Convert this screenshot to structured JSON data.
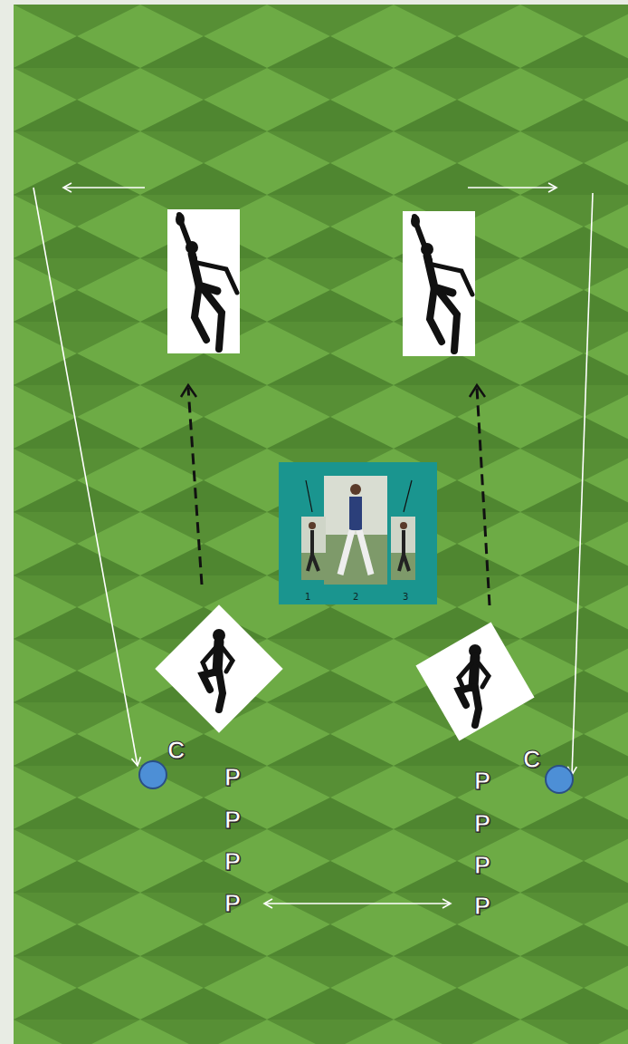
{
  "diagram": {
    "labels": [
      "1",
      "2",
      "3",
      "C",
      "C",
      "P",
      "P",
      "P",
      "P",
      "P",
      "P",
      "P",
      "P"
    ]
  }
}
